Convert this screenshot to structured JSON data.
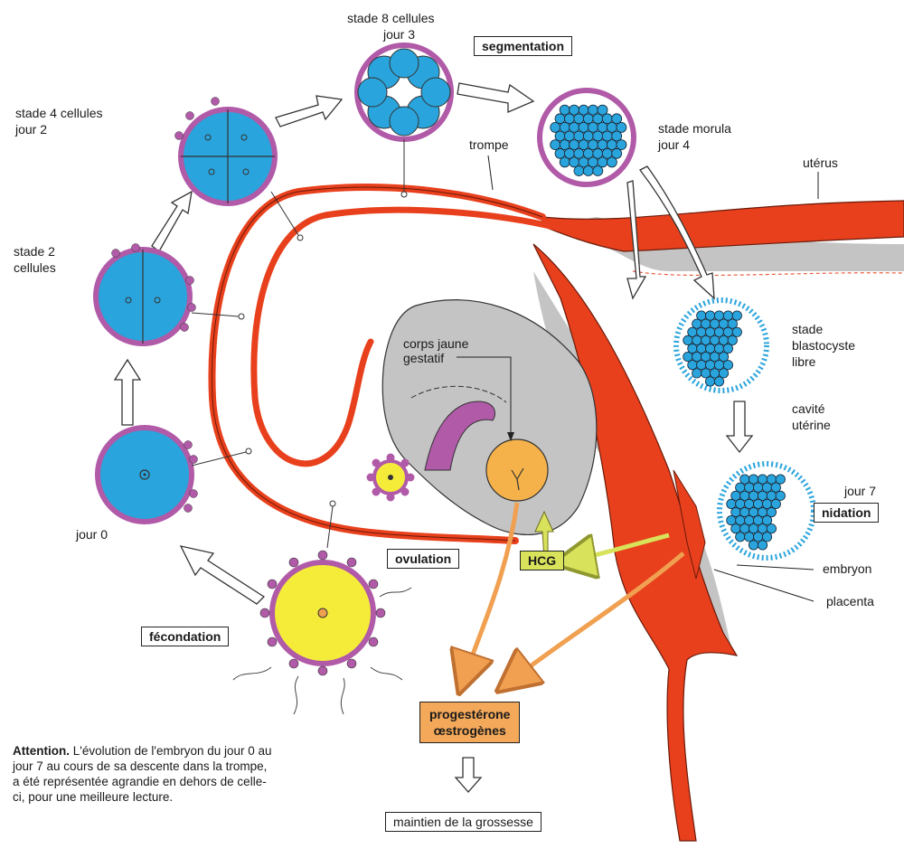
{
  "labels": {
    "stade8": "stade 8 cellules",
    "jour3": "jour 3",
    "stade4": "stade 4 cellules",
    "jour2": "jour 2",
    "stade2a": "stade 2",
    "stade2b": "cellules",
    "jour0": "jour 0",
    "morula": "stade morula",
    "jour4": "jour 4",
    "trompe": "trompe",
    "uterus": "utérus",
    "blastocyste1": "stade",
    "blastocyste2": "blastocyste",
    "blastocyste3": "libre",
    "cavite1": "cavité",
    "cavite2": "utérine",
    "jour7": "jour 7",
    "embryon": "embryon",
    "placenta": "placenta",
    "corps1": "corps jaune",
    "corps2": "gestatif"
  },
  "boxes": {
    "segmentation": "segmentation",
    "ovulation": "ovulation",
    "fecondation": "fécondation",
    "nidation": "nidation",
    "hcg": "HCG",
    "progesterone": "progestérone",
    "oestrogenes": "œstrogènes",
    "maintien": "maintien de la grossesse"
  },
  "note": {
    "bold": "Attention.",
    "text": " L'évolution de l'embryon du jour 0 au jour 7 au cours de sa descente dans la trompe, a été représentée agrandie en dehors de celle-ci, pour une meilleure lecture."
  },
  "colors": {
    "cell": "#2aa4dc",
    "zona": "#b05aa8",
    "tube": "#e8401c",
    "ovary": "#b8b8b8",
    "yolk": "#f5ec3a",
    "corpus": "#f6b24a"
  }
}
